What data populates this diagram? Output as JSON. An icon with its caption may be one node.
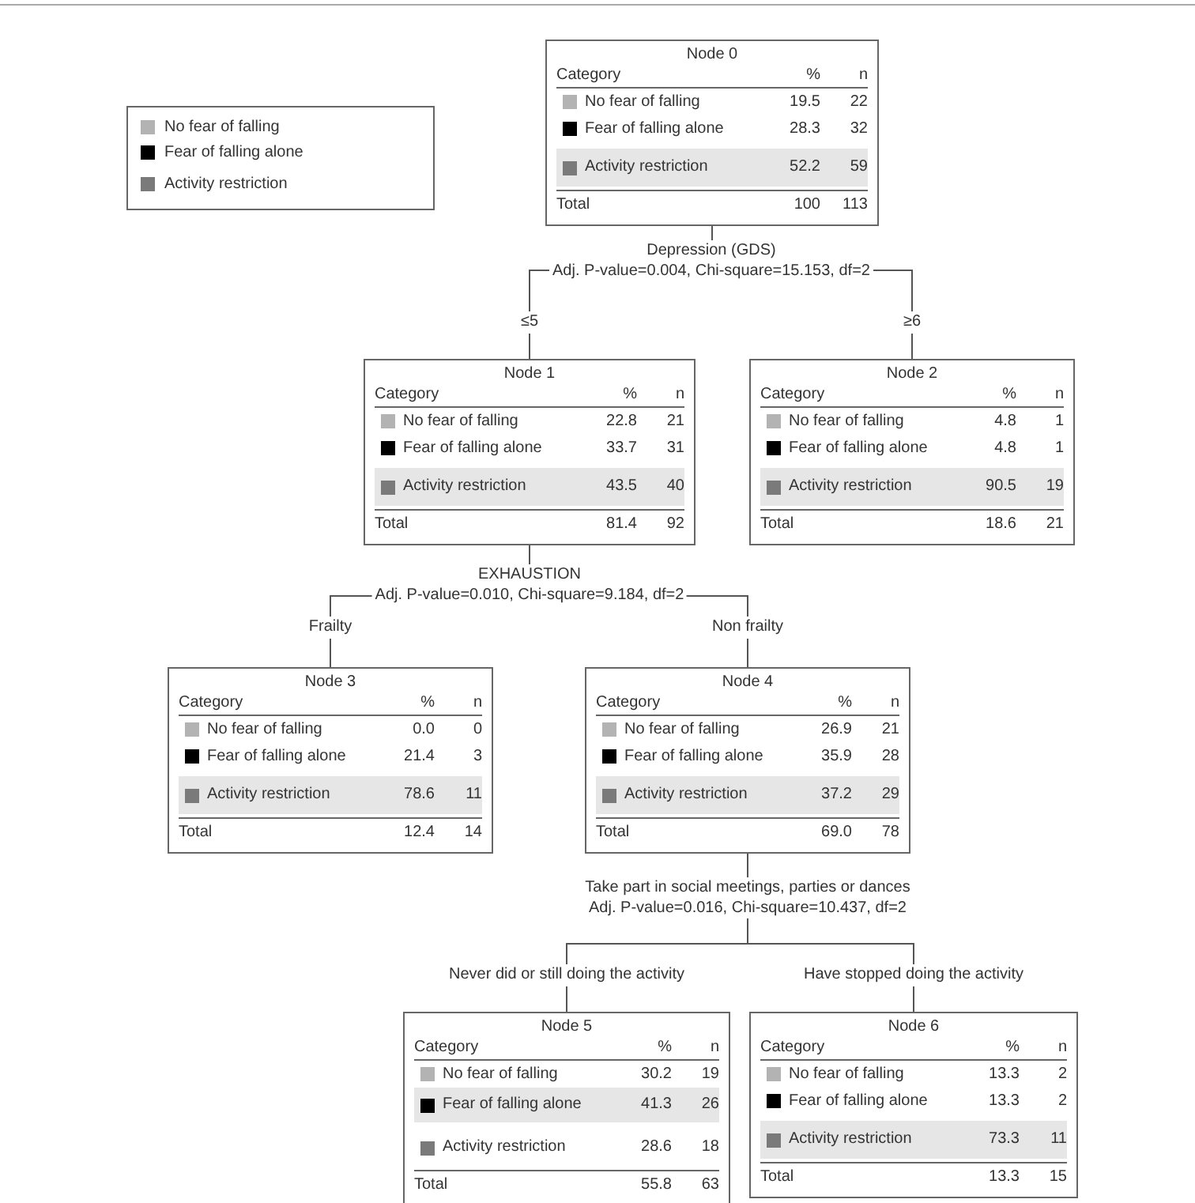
{
  "diagram": {
    "nodes": [
      {
        "text": [
          "Node 0",
          "Category",
          "%",
          "n",
          "No fear of falling",
          "19.5",
          "22",
          "Fear of falling alone",
          "28.3",
          "32",
          "Activity restriction",
          "52.2",
          "59",
          "Total",
          "100",
          "113"
        ]
      },
      {
        "text": [
          "Node 1",
          "Category",
          "%",
          "n",
          "No fear of falling",
          "22.8",
          "21",
          "Fear of falling alone",
          "33.7",
          "31",
          "Activity restriction",
          "43.5",
          "40",
          "Total",
          "81.4",
          "92"
        ]
      },
      {
        "text": [
          "Node 2",
          "Category",
          "%",
          "n",
          "No fear of falling",
          "4.8",
          "1",
          "Fear of falling alone",
          "4.8",
          "1",
          "Activity restriction",
          "90.5",
          "19",
          "Total",
          "18.6",
          "21"
        ]
      },
      {
        "text": [
          "Node 3",
          "Category",
          "%",
          "n",
          "No fear of falling",
          "0.0",
          "0",
          "Fear of falling alone",
          "21.4",
          "3",
          "Activity restriction",
          "78.6",
          "11",
          "Total",
          "12.4",
          "14"
        ]
      },
      {
        "text": [
          "Node 4",
          "Category",
          "%",
          "n",
          "No fear of falling",
          "26.9",
          "21",
          "Fear of falling alone",
          "35.9",
          "28",
          "Activity restriction",
          "37.2",
          "29",
          "Total",
          "69.0",
          "78"
        ]
      },
      {
        "text": [
          "Node 5",
          "Category",
          "%",
          "n",
          "No fear of falling",
          "30.2",
          "19",
          "Fear of falling alone",
          "41.3",
          "26",
          "Activity restriction",
          "28.6",
          "18",
          "Total",
          "55.8",
          "63"
        ]
      },
      {
        "text": [
          "Node 6",
          "Category",
          "%",
          "n",
          "No fear of falling",
          "13.3",
          "2",
          "Fear of falling alone",
          "13.3",
          "2",
          "Activity restriction",
          "73.3",
          "11",
          "Total",
          "13.3",
          "15"
        ]
      }
    ],
    "edges": [
      {
        "from": 0,
        "to": 1,
        "arrow": "none",
        "label": "≤5"
      },
      {
        "from": 0,
        "to": 2,
        "arrow": "none",
        "label": "≥6"
      },
      {
        "from": 1,
        "to": 3,
        "arrow": "none",
        "label": "Frailty"
      },
      {
        "from": 1,
        "to": 4,
        "arrow": "none",
        "label": "Non frailty"
      },
      {
        "from": 4,
        "to": 5,
        "arrow": "none",
        "label": "Never did or still doing the activity"
      },
      {
        "from": 4,
        "to": 6,
        "arrow": "none",
        "label": "Have stopped doing the activity"
      }
    ],
    "labels": [
      "Depression (GDS)",
      "Adj. P-value=0.004, Chi-square=15.153, df=2",
      "EXHAUSTION",
      "Adj. P-value=0.010, Chi-square=9.184, df=2",
      "Take part in social meetings, parties or dances",
      "Adj. P-value=0.016, Chi-square=10.437, df=2"
    ],
    "legend": [
      {
        "text": "No fear of falling",
        "color": "#b3b3b3"
      },
      {
        "text": "Fear of falling alone",
        "color": "#000000"
      },
      {
        "text": "Activity restriction",
        "color": "#7a7a7a"
      }
    ]
  }
}
